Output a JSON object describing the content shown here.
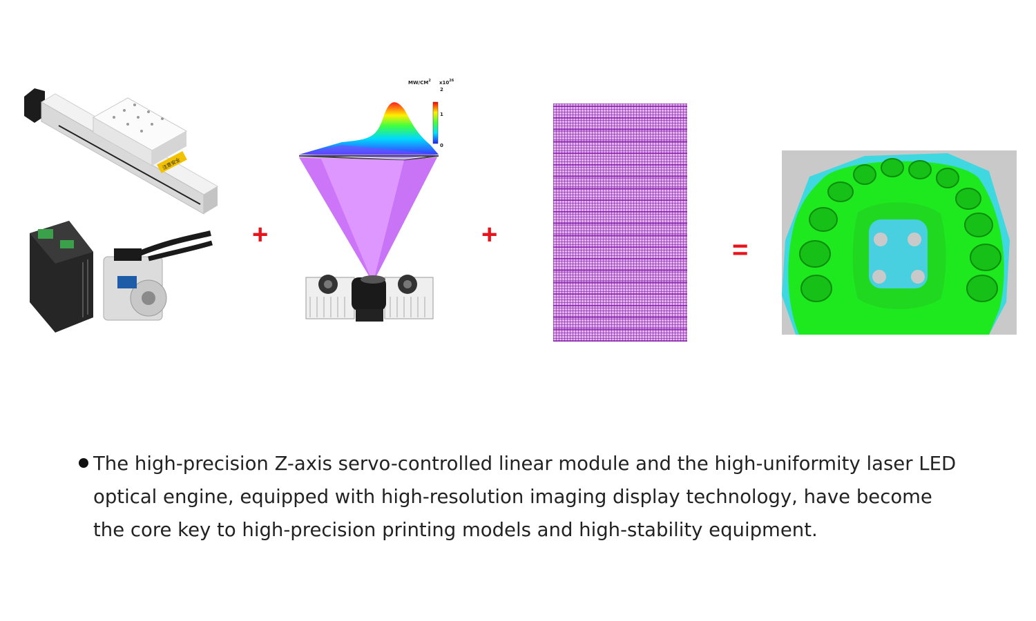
{
  "operators": {
    "plus1": "+",
    "plus2": "+",
    "equals": "="
  },
  "optical_engine": {
    "unit_label": "MW/CM",
    "unit_sup": "2",
    "scale_label": "x10",
    "scale_sup": "26",
    "colorbar_ticks": [
      "2",
      "1",
      "0"
    ]
  },
  "warning_label": "注意安全",
  "description": "The high-precision Z-axis servo-controlled linear module and the high-uniformity laser LED optical engine, equipped with high-resolution imaging display technology, have become the core key to high-precision printing models and high-stability equipment.",
  "colors": {
    "operator": "#e8141b",
    "beam": "#cc66ff",
    "mesh": "#d48ae6",
    "scan_green": "#1ee81e",
    "scan_cyan": "#3fd8e0"
  }
}
